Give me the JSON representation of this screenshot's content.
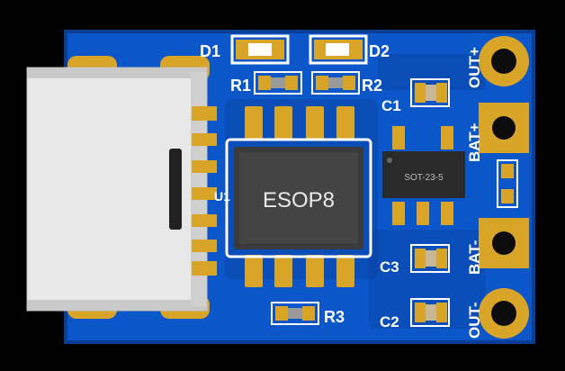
{
  "board": {
    "colors": {
      "pcb": "#0b57c9",
      "pcb_dark": "#0a3d96",
      "gold": "#d9a528",
      "silk": "#ffffff",
      "ic_body": "#3a3a3a",
      "usb_shell": "#e8e8e8"
    },
    "labels": {
      "d1": "D1",
      "d2": "D2",
      "r1": "R1",
      "r2": "R2",
      "r3": "R3",
      "c1": "C1",
      "c2": "C2",
      "c3": "C3",
      "u1": "U1",
      "esop8": "ESOP8",
      "sot": "SOT-23-5",
      "out_plus": "OUT+",
      "bat_plus": "BAT+",
      "bat_minus": "BAT-",
      "out_minus": "OUT-"
    },
    "icons": {
      "usb": "usb-c-connector-icon",
      "ic": "esop8-chip-icon",
      "regulator": "sot23-chip-icon"
    }
  }
}
